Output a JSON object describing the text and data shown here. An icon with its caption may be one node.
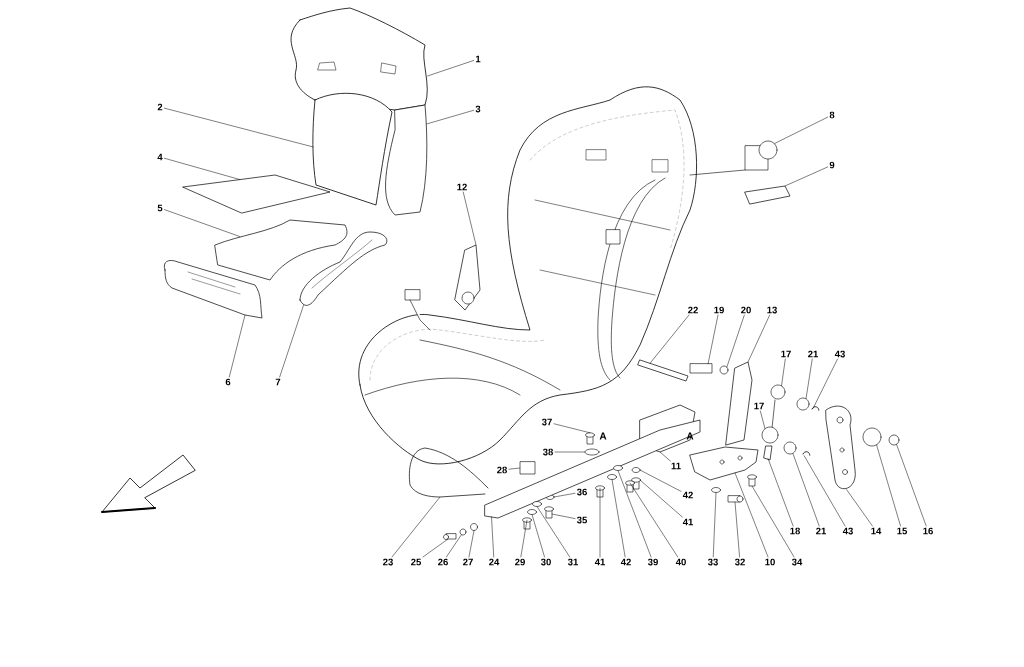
{
  "diagram": {
    "nodes": [
      {
        "text": [
          "1"
        ]
      },
      {
        "text": [
          "2"
        ]
      },
      {
        "text": [
          "3"
        ]
      },
      {
        "text": [
          "4"
        ]
      },
      {
        "text": [
          "5"
        ]
      },
      {
        "text": [
          "8"
        ]
      },
      {
        "text": [
          "9"
        ]
      },
      {
        "text": [
          "12"
        ]
      },
      {
        "text": [
          "22"
        ]
      },
      {
        "text": [
          "19"
        ]
      },
      {
        "text": [
          "20"
        ]
      },
      {
        "text": [
          "13"
        ]
      },
      {
        "text": [
          "17"
        ]
      },
      {
        "text": [
          "21"
        ]
      },
      {
        "text": [
          "43"
        ]
      },
      {
        "text": [
          "6"
        ]
      },
      {
        "text": [
          "7"
        ]
      },
      {
        "text": [
          "17"
        ]
      },
      {
        "text": [
          "37"
        ]
      },
      {
        "text": [
          "38"
        ]
      },
      {
        "text": [
          "11"
        ]
      },
      {
        "text": [
          "28"
        ]
      },
      {
        "text": [
          "36"
        ]
      },
      {
        "text": [
          "42"
        ]
      },
      {
        "text": [
          "41"
        ]
      },
      {
        "text": [
          "35"
        ]
      },
      {
        "text": [
          "18"
        ]
      },
      {
        "text": [
          "21"
        ]
      },
      {
        "text": [
          "43"
        ]
      },
      {
        "text": [
          "14"
        ]
      },
      {
        "text": [
          "15"
        ]
      },
      {
        "text": [
          "16"
        ]
      },
      {
        "text": [
          "23"
        ]
      },
      {
        "text": [
          "25"
        ]
      },
      {
        "text": [
          "26"
        ]
      },
      {
        "text": [
          "27"
        ]
      },
      {
        "text": [
          "24"
        ]
      },
      {
        "text": [
          "29"
        ]
      },
      {
        "text": [
          "30"
        ]
      },
      {
        "text": [
          "31"
        ]
      },
      {
        "text": [
          "41"
        ]
      },
      {
        "text": [
          "42"
        ]
      },
      {
        "text": [
          "39"
        ]
      },
      {
        "text": [
          "40"
        ]
      },
      {
        "text": [
          "33"
        ]
      },
      {
        "text": [
          "32"
        ]
      },
      {
        "text": [
          "10"
        ]
      },
      {
        "text": [
          "34"
        ]
      },
      {
        "text": [],
        "shape": "picture"
      },
      {
        "text": [],
        "shape": "box"
      },
      {
        "text": [],
        "shape": "box"
      },
      {
        "text": [],
        "shape": "box"
      },
      {
        "text": [],
        "shape": "box"
      },
      {
        "text": [],
        "shape": "picture"
      },
      {
        "text": [],
        "shape": "box"
      },
      {
        "text": [],
        "shape": "picture"
      },
      {
        "text": [],
        "shape": "bar"
      },
      {
        "text": [],
        "shape": "box"
      },
      {
        "text": [],
        "shape": "circle"
      },
      {
        "text": [],
        "shape": "box"
      },
      {
        "text": [],
        "shape": "circle"
      },
      {
        "text": [],
        "shape": "circle"
      },
      {
        "text": [],
        "shape": "picture"
      },
      {
        "text": [],
        "shape": "picture"
      },
      {
        "text": [],
        "shape": "picture"
      },
      {
        "text": [],
        "shape": "picture"
      },
      {
        "text": [],
        "shape": "box"
      },
      {
        "text": [],
        "shape": "circle"
      },
      {
        "text": [],
        "shape": "box"
      },
      {
        "text": [],
        "shape": "box"
      },
      {
        "text": [],
        "shape": "circle"
      },
      {
        "text": [],
        "shape": "circle"
      },
      {
        "text": [],
        "shape": "box"
      },
      {
        "text": [],
        "shape": "box"
      },
      {
        "text": [],
        "shape": "box"
      },
      {
        "text": [],
        "shape": "circle"
      },
      {
        "text": [],
        "shape": "picture"
      },
      {
        "text": [],
        "shape": "picture"
      },
      {
        "text": [],
        "shape": "circle"
      },
      {
        "text": [],
        "shape": "circle"
      },
      {
        "text": [],
        "shape": "picture"
      },
      {
        "text": [],
        "shape": "box"
      },
      {
        "text": [],
        "shape": "circle"
      },
      {
        "text": [],
        "shape": "circle"
      },
      {
        "text": [],
        "shape": "box"
      },
      {
        "text": [],
        "shape": "box"
      },
      {
        "text": [],
        "shape": "circle"
      },
      {
        "text": [],
        "shape": "circle"
      },
      {
        "text": [],
        "shape": "box"
      },
      {
        "text": [],
        "shape": "circle"
      },
      {
        "text": [],
        "shape": "circle"
      },
      {
        "text": [],
        "shape": "box"
      },
      {
        "text": [],
        "shape": "circle"
      },
      {
        "text": [],
        "shape": "box"
      },
      {
        "text": [],
        "shape": "picture"
      },
      {
        "text": [],
        "shape": "box"
      },
      {
        "text": [],
        "shape": "picture"
      }
    ],
    "edges": [
      {
        "from": 0,
        "to": 48,
        "arrow": "none"
      },
      {
        "from": 1,
        "to": 49,
        "arrow": "none"
      },
      {
        "from": 2,
        "to": 50,
        "arrow": "none"
      },
      {
        "from": 3,
        "to": 51,
        "arrow": "none"
      },
      {
        "from": 4,
        "to": 52,
        "arrow": "none"
      },
      {
        "from": 5,
        "to": 53,
        "arrow": "none"
      },
      {
        "from": 6,
        "to": 54,
        "arrow": "none"
      },
      {
        "from": 7,
        "to": 55,
        "arrow": "none"
      },
      {
        "from": 8,
        "to": 56,
        "arrow": "none"
      },
      {
        "from": 9,
        "to": 57,
        "arrow": "none"
      },
      {
        "from": 10,
        "to": 58,
        "arrow": "none"
      },
      {
        "from": 11,
        "to": 59,
        "arrow": "none"
      },
      {
        "from": 12,
        "to": 60,
        "arrow": "none"
      },
      {
        "from": 13,
        "to": 61,
        "arrow": "none"
      },
      {
        "from": 14,
        "to": 62,
        "arrow": "none"
      },
      {
        "from": 15,
        "to": 63,
        "arrow": "none"
      },
      {
        "from": 16,
        "to": 64,
        "arrow": "none"
      },
      {
        "from": 17,
        "to": 65,
        "arrow": "none"
      },
      {
        "from": 18,
        "to": 66,
        "arrow": "none"
      },
      {
        "from": 19,
        "to": 67,
        "arrow": "none"
      },
      {
        "from": 20,
        "to": 68,
        "arrow": "none"
      },
      {
        "from": 21,
        "to": 69,
        "arrow": "none"
      },
      {
        "from": 22,
        "to": 70,
        "arrow": "none"
      },
      {
        "from": 23,
        "to": 71,
        "arrow": "none"
      },
      {
        "from": 24,
        "to": 72,
        "arrow": "none"
      },
      {
        "from": 25,
        "to": 73,
        "arrow": "none"
      },
      {
        "from": 26,
        "to": 74,
        "arrow": "none"
      },
      {
        "from": 27,
        "to": 75,
        "arrow": "none"
      },
      {
        "from": 28,
        "to": 76,
        "arrow": "none"
      },
      {
        "from": 29,
        "to": 77,
        "arrow": "none"
      },
      {
        "from": 30,
        "to": 78,
        "arrow": "none"
      },
      {
        "from": 31,
        "to": 79,
        "arrow": "none"
      },
      {
        "from": 32,
        "to": 80,
        "arrow": "none"
      },
      {
        "from": 33,
        "to": 81,
        "arrow": "none"
      },
      {
        "from": 34,
        "to": 82,
        "arrow": "none"
      },
      {
        "from": 35,
        "to": 83,
        "arrow": "none"
      },
      {
        "from": 36,
        "to": 84,
        "arrow": "none"
      },
      {
        "from": 37,
        "to": 85,
        "arrow": "none"
      },
      {
        "from": 38,
        "to": 86,
        "arrow": "none"
      },
      {
        "from": 39,
        "to": 87,
        "arrow": "none"
      },
      {
        "from": 40,
        "to": 88,
        "arrow": "none"
      },
      {
        "from": 41,
        "to": 89,
        "arrow": "none"
      },
      {
        "from": 42,
        "to": 90,
        "arrow": "none"
      },
      {
        "from": 43,
        "to": 91,
        "arrow": "none"
      },
      {
        "from": 44,
        "to": 92,
        "arrow": "none"
      },
      {
        "from": 45,
        "to": 93,
        "arrow": "none"
      },
      {
        "from": 46,
        "to": 94,
        "arrow": "none"
      },
      {
        "from": 47,
        "to": 95,
        "arrow": "none"
      }
    ],
    "labels": [
      "A",
      "A"
    ]
  }
}
